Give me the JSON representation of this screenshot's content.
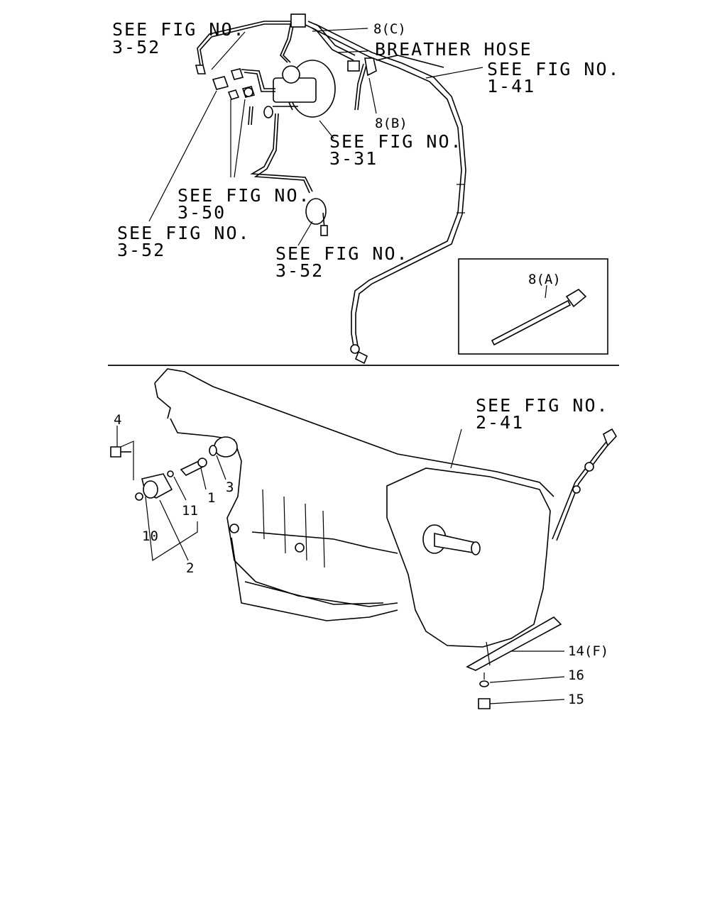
{
  "top_assembly": {
    "label_tl": [
      "SEE FIG NO.",
      "3-52"
    ],
    "callout_8c": "8(C)",
    "breather": "BREATHER HOSE",
    "label_141": [
      "SEE FIG NO.",
      "1-41"
    ],
    "callout_8b": "8(B)",
    "label_331": [
      "SEE FIG NO.",
      "3-31"
    ],
    "label_350": [
      "SEE FIG NO.",
      "3-50"
    ],
    "label_352_left": [
      "SEE FIG NO.",
      "3-52"
    ],
    "label_352_mid": [
      "SEE FIG NO.",
      "3-52"
    ],
    "inset_callout": "8(A)"
  },
  "bottom_assembly": {
    "label_241": [
      "SEE FIG NO.",
      "2-41"
    ],
    "callouts": {
      "c4": "4",
      "c1": "1",
      "c3": "3",
      "c11": "11",
      "c10": "10",
      "c2": "2",
      "c14": "14(F)",
      "c16": "16",
      "c15": "15"
    }
  }
}
